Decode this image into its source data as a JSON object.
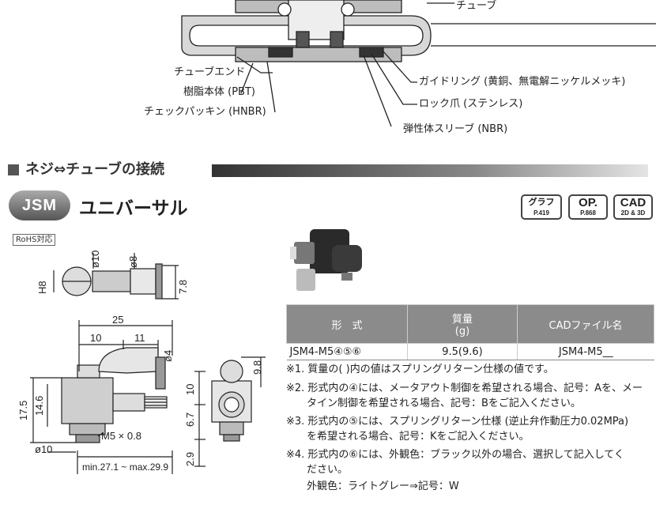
{
  "top_labels": {
    "tube": "チューブ",
    "tube_end": "チューブエンド",
    "resin_body": "樹脂本体 (PBT)",
    "check_packing": "チェックパッキン (HNBR)",
    "guide_ring": "ガイドリング (黄銅、無電解ニッケルメッキ)",
    "lock_claw": "ロック爪 (ステンレス)",
    "elastic_sleeve": "弾性体スリーブ (NBR)"
  },
  "section": {
    "title": "ネジ⇔チューブの接続"
  },
  "series": {
    "badge": "JSM",
    "title": "ユニバーサル"
  },
  "badges": [
    {
      "main": "グラフ",
      "sub": "P.419"
    },
    {
      "main": "OP.",
      "sub": "P.868"
    },
    {
      "main": "CAD",
      "sub": "2D & 3D"
    }
  ],
  "rohs": "RoHS対応",
  "dims": {
    "d10_top": "ø10",
    "d8": "ø8",
    "h8": "H8",
    "v78": "7.8",
    "w25": "25",
    "w10": "10",
    "w11": "11",
    "d4": "ø4",
    "v98": "9.8",
    "v175": "17.5",
    "v146": "14.6",
    "v10": "10",
    "v67": "6.7",
    "thread": "M5 × 0.8",
    "d10_bottom": "ø10",
    "v29": "2.9",
    "range": "min.27.1 ~ max.29.9"
  },
  "table": {
    "headers": [
      "形　式",
      "質量\n(g)",
      "CADファイル名"
    ],
    "rows": [
      [
        "JSM4-M5④⑤⑥",
        "9.5(9.6)",
        "JSM4-M5__"
      ]
    ]
  },
  "notes": [
    "※1. 質量の( )内の値はスプリングリターン仕様の値です。",
    "※2. 形式内の④には、メータアウト制御を希望される場合、記号：Aを、メー",
    "　　タイン制御を希望される場合、記号：Bをご記入ください。",
    "※3. 形式内の⑤には、スプリングリターン仕様 (逆止弁作動圧力0.02MPa)",
    "　　を希望される場合、記号：Kをご記入ください。",
    "※4. 形式内の⑥には、外観色：ブラック以外の場合、選択して記入してく",
    "　　ださい。",
    "　　外観色：ライトグレー⇒記号：W"
  ]
}
